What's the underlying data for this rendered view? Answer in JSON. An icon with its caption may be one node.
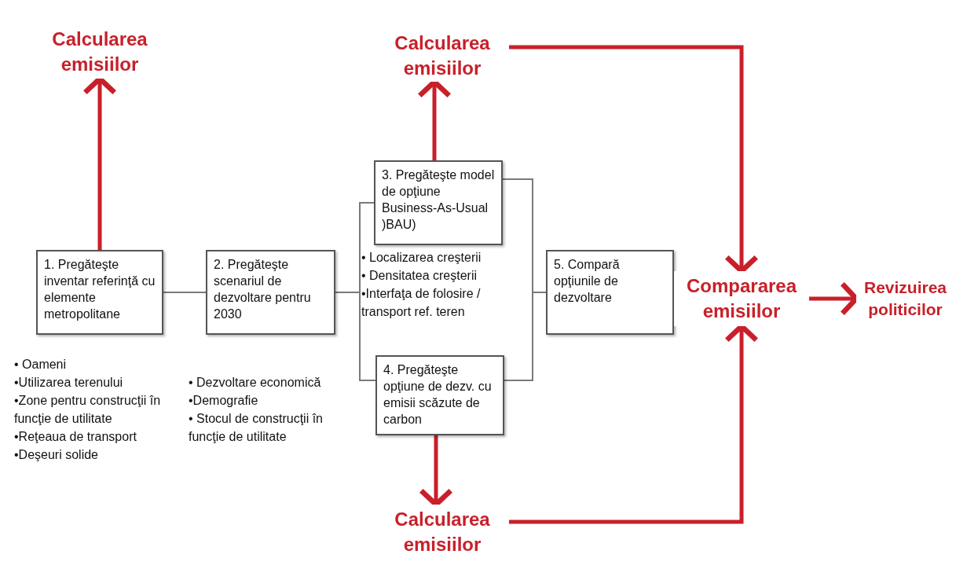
{
  "diagram": {
    "nodes": [
      {
        "text": [
          "1. Pregăteşte inventar referinţă cu elemente metropolitane"
        ],
        "beside": [
          "• Oameni",
          "•Utilizarea terenului",
          "•Zone pentru construcţii în funcţie de utilitate",
          "•Reţeaua de transport",
          "•Deşeuri solide"
        ]
      },
      {
        "text": [
          "2. Pregăteşte scenariul de dezvoltare pentru 2030"
        ],
        "beside": [
          "• Dezvoltare economică",
          "•Demografie",
          "• Stocul de construcţii în funcţie de utilitate"
        ]
      },
      {
        "text": [
          "3. Pregăteşte model de opţiune Business-As-Usual )BAU)"
        ]
      },
      {
        "text": [
          "4. Pregăteşte opţiune de dezv. cu emisii scăzute de carbon"
        ]
      },
      {
        "text": [
          "5. Compară opţiunile de dezvoltare"
        ]
      },
      {
        "text": [
          "Calcularea emisiilor"
        ]
      },
      {
        "text": [
          "Calcularea emisiilor"
        ]
      },
      {
        "text": [
          "Calcularea emisiilor"
        ]
      },
      {
        "text": [
          "Compararea emisiilor"
        ]
      },
      {
        "text": [
          "Revizuirea politicilor"
        ]
      }
    ],
    "edges": [
      {
        "from": 0,
        "to": 5,
        "arrow": "to"
      },
      {
        "from": 0,
        "to": 1,
        "arrow": "none",
        "color": "#7a7a7a"
      },
      {
        "from": 1,
        "to": 2,
        "arrow": "none",
        "color": "#7a7a7a"
      },
      {
        "from": 1,
        "to": 3,
        "arrow": "none",
        "color": "#7a7a7a"
      },
      {
        "from": 2,
        "to": 4,
        "arrow": "none",
        "color": "#7a7a7a"
      },
      {
        "from": 3,
        "to": 4,
        "arrow": "none",
        "color": "#7a7a7a"
      },
      {
        "from": 2,
        "to": 6,
        "arrow": "to"
      },
      {
        "from": 3,
        "to": 7,
        "arrow": "to"
      },
      {
        "from": 6,
        "to": 8,
        "arrow": "to"
      },
      {
        "from": 7,
        "to": 8,
        "arrow": "to"
      },
      {
        "from": 8,
        "to": 9,
        "arrow": "to"
      }
    ],
    "labels": [
      "• Localizarea creşterii",
      "• Densitatea creşterii",
      "•Interfaţa de folosire / transport ref. teren"
    ]
  }
}
